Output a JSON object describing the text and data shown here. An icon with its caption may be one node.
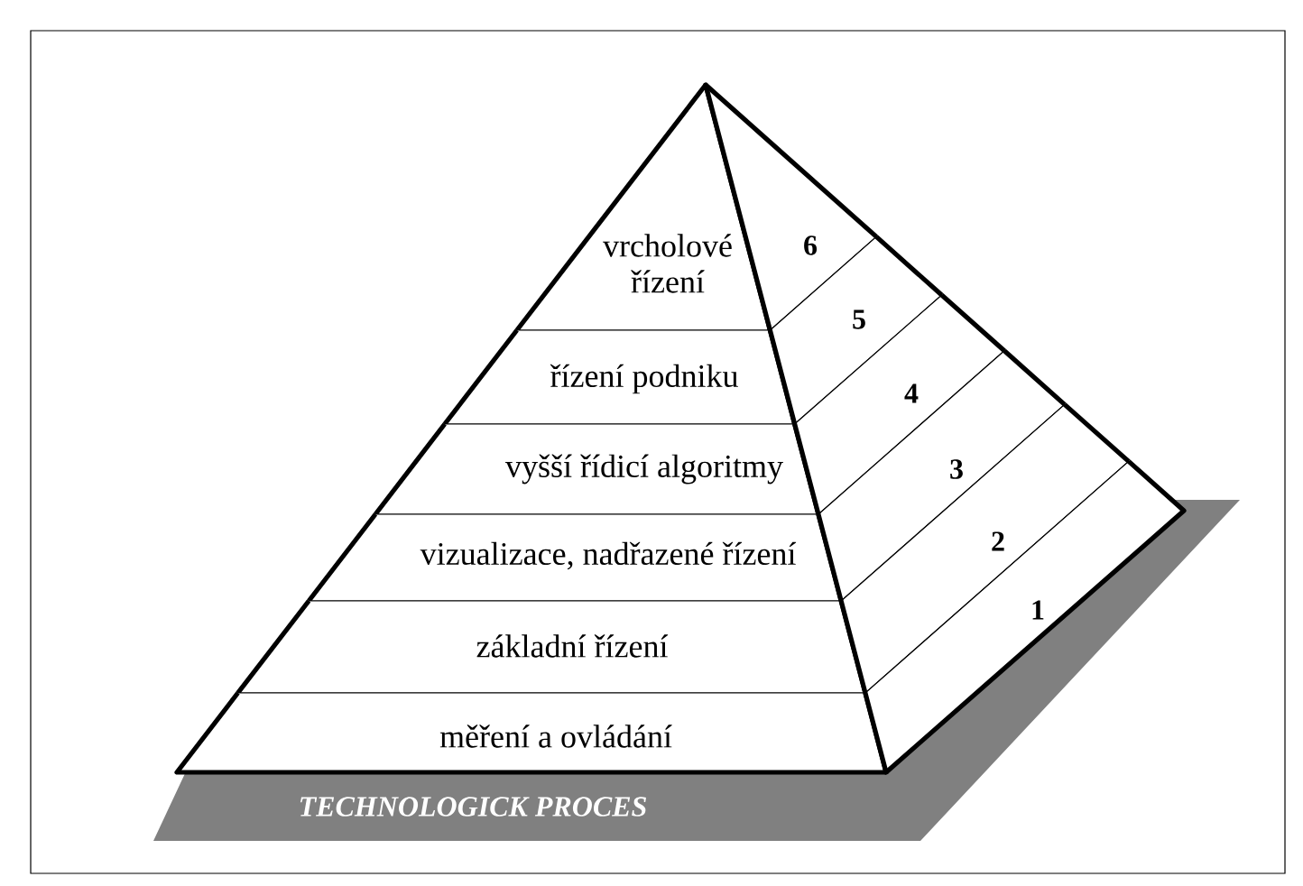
{
  "diagram": {
    "nodes": [
      {
        "text": [
          "vrcholové řízení"
        ]
      },
      {
        "text": [
          "řízení podniku"
        ]
      },
      {
        "text": [
          "vyšší řídicí algoritmy"
        ]
      },
      {
        "text": [
          "vizualizace, nadřazené řízení"
        ]
      },
      {
        "text": [
          "základní řízení"
        ]
      },
      {
        "text": [
          "měření a ovládání"
        ]
      },
      {
        "text": [
          "6"
        ]
      },
      {
        "text": [
          "5"
        ]
      },
      {
        "text": [
          "4"
        ]
      },
      {
        "text": [
          "3"
        ]
      },
      {
        "text": [
          "2"
        ]
      },
      {
        "text": [
          "1"
        ]
      },
      {
        "text": [
          "TECHNOLOGICK PROCES"
        ]
      }
    ]
  }
}
